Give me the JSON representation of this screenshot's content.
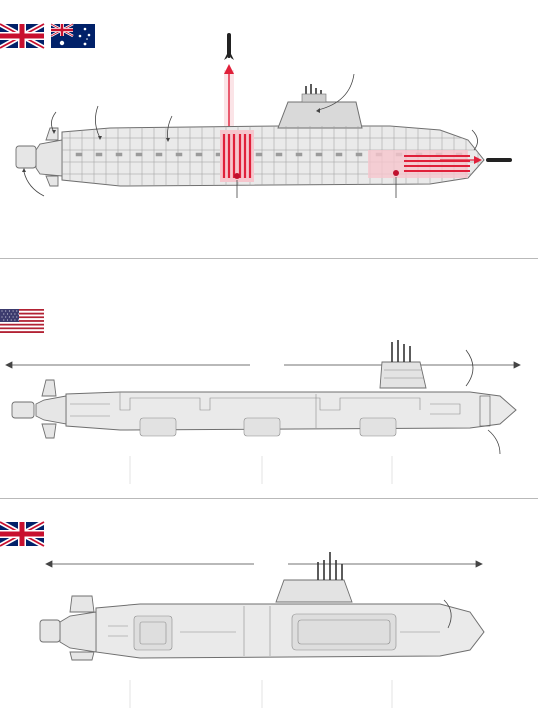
{
  "sections": [
    {
      "id": "aukus-ssn",
      "flags": [
        "uk-flag",
        "australia-flag"
      ],
      "highlights": [
        "vertical-launch-cells",
        "torpedo-room"
      ]
    },
    {
      "id": "virginia-class",
      "flags": [
        "usa-flag"
      ]
    },
    {
      "id": "astute-class",
      "flags": [
        "uk-flag"
      ]
    }
  ],
  "colors": {
    "hull_fill": "#e9e9e9",
    "hull_stroke": "#6f6f6f",
    "detail_stroke": "#8a8a8a",
    "highlight": "#e0203a",
    "highlight_soft": "#f4b6c0",
    "callout": "#444444",
    "divider": "#b9b9b9",
    "uk_blue": "#012169",
    "uk_red": "#c8102e",
    "us_red": "#b22234",
    "us_blue": "#3c3b6e"
  }
}
